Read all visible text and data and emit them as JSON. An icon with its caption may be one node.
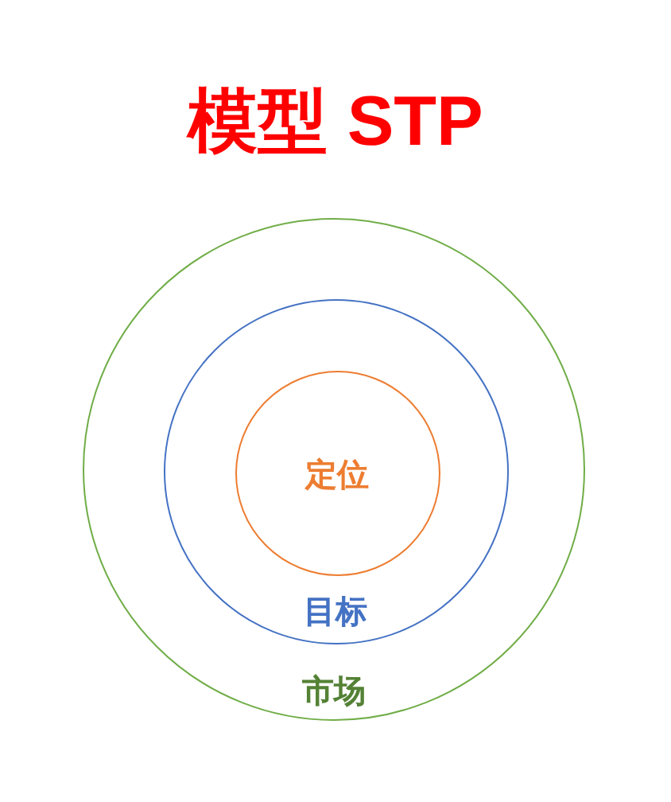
{
  "diagram": {
    "title": "模型 STP",
    "nodes": [
      {
        "text": [
          "市场"
        ]
      },
      {
        "text": [
          "目标"
        ],
        "in": 0
      },
      {
        "text": [
          "定位"
        ],
        "in": 1
      }
    ]
  }
}
